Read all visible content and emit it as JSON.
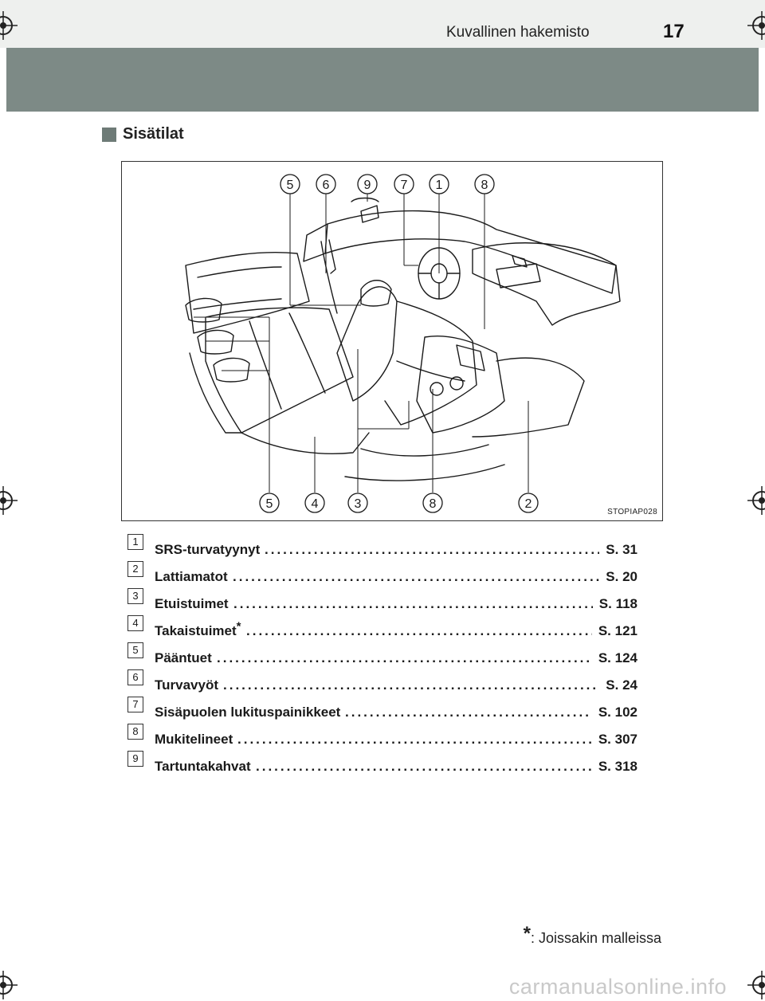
{
  "header": {
    "title": "Kuvallinen hakemisto",
    "page_number": "17"
  },
  "section": {
    "title": "Sisätilat"
  },
  "figure": {
    "code": "STOPIAP028",
    "top_callouts": [
      "5",
      "6",
      "9",
      "7",
      "1",
      "8"
    ],
    "bottom_callouts": [
      "5",
      "4",
      "3",
      "8",
      "2"
    ]
  },
  "items": [
    {
      "num": "1",
      "label": "SRS-turvatyynyt",
      "page": "S. 31"
    },
    {
      "num": "2",
      "label": "Lattiamatot",
      "page": "S. 20"
    },
    {
      "num": "3",
      "label": "Etuistuimet",
      "page": "S. 118"
    },
    {
      "num": "4",
      "label": "Takaistuimet",
      "page": "S. 121",
      "asterisk": "*"
    },
    {
      "num": "5",
      "label": "Pääntuet",
      "page": "S. 124"
    },
    {
      "num": "6",
      "label": "Turvavyöt",
      "page": "S. 24"
    },
    {
      "num": "7",
      "label": "Sisäpuolen lukituspainikkeet",
      "page": "S. 102"
    },
    {
      "num": "8",
      "label": "Mukitelineet",
      "page": "S. 307"
    },
    {
      "num": "9",
      "label": "Tartuntakahvat",
      "page": "S. 318"
    }
  ],
  "footnote": {
    "marker": "*",
    "text": ": Joissakin malleissa"
  },
  "watermark": "carmanualsonline.info"
}
